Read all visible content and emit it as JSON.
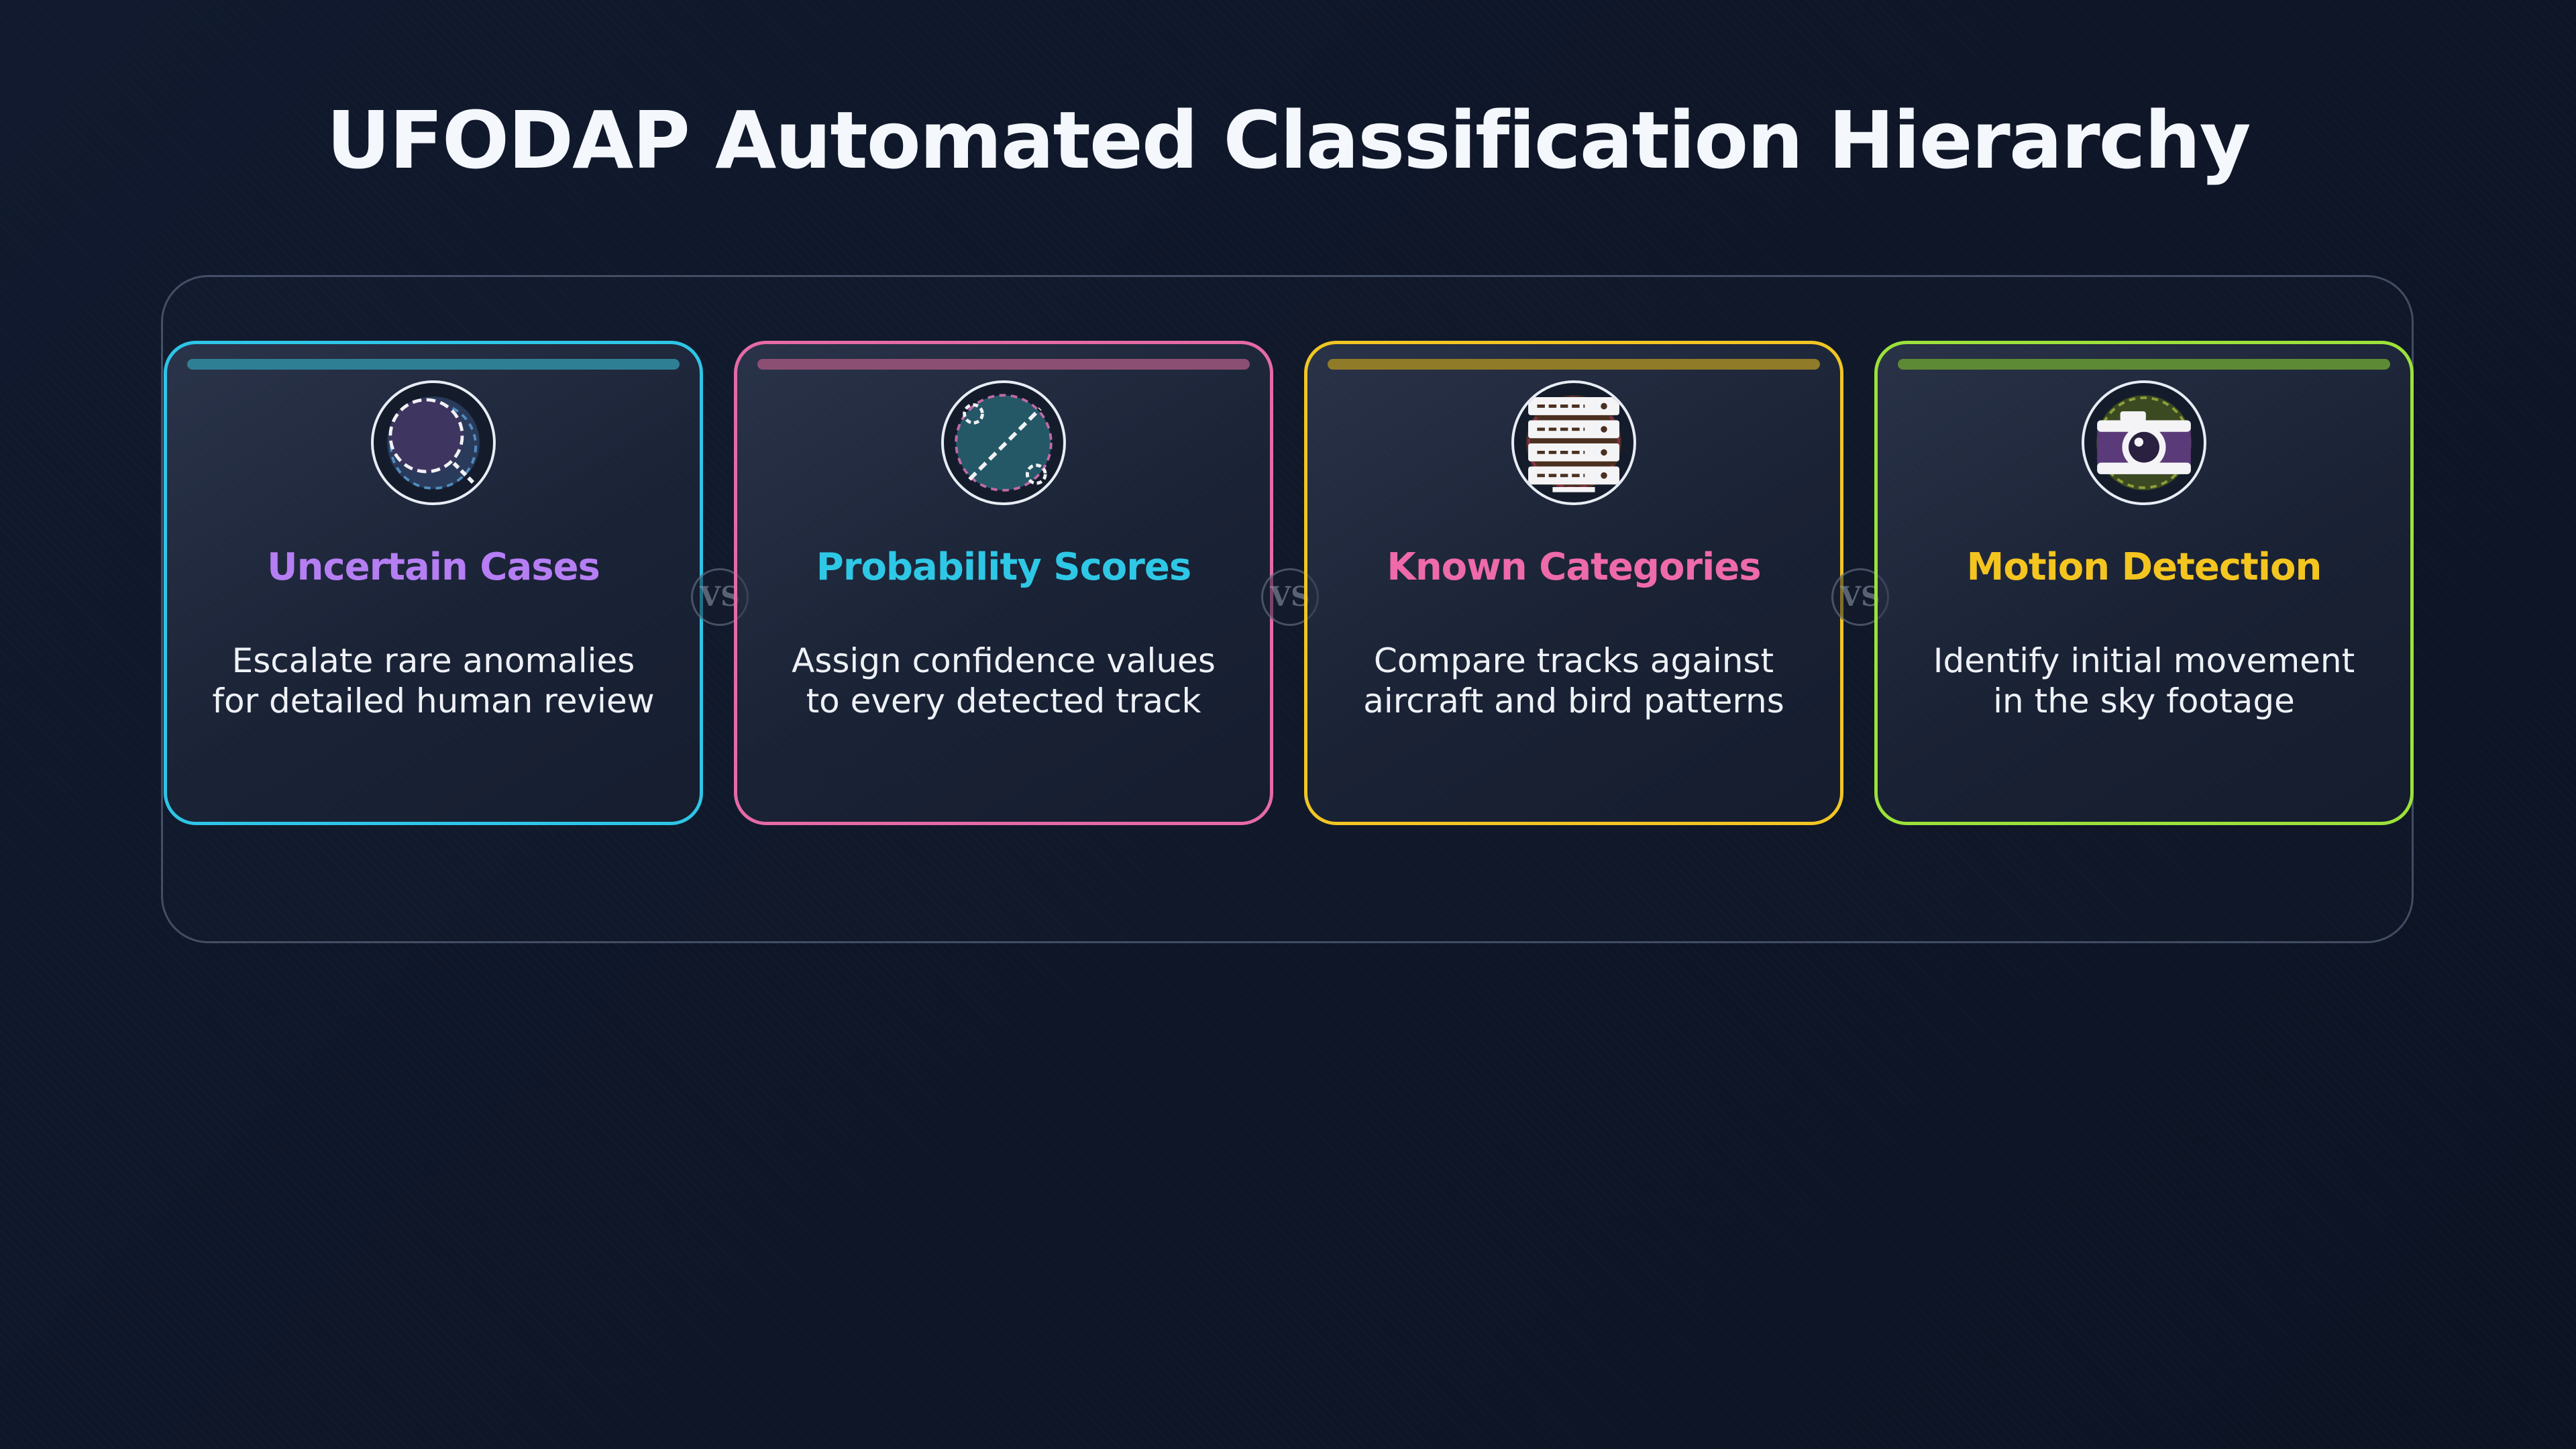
{
  "title": "UFODAP Automated Classification Hierarchy",
  "connector_label": "VS",
  "cards": [
    {
      "title": "Uncertain Cases",
      "desc_lines": [
        "Escalate rare anomalies",
        "for detailed human review"
      ],
      "icon": "magnifier-icon",
      "border_color": "#2ec5e6",
      "title_color": "#b57ef3",
      "bar_color": "#2f7f94"
    },
    {
      "title": "Probability Scores",
      "desc_lines": [
        "Assign confidence values",
        "to every detected track"
      ],
      "icon": "percent-icon",
      "border_color": "#e56aa6",
      "title_color": "#2ec8e6",
      "bar_color": "#8a4f73"
    },
    {
      "title": "Known Categories",
      "desc_lines": [
        "Compare tracks against",
        "aircraft and bird patterns"
      ],
      "icon": "server-rack-icon",
      "border_color": "#f1c524",
      "title_color": "#ee6aa9",
      "bar_color": "#8f7b28"
    },
    {
      "title": "Motion Detection",
      "desc_lines": [
        "Identify initial movement",
        "in the sky footage"
      ],
      "icon": "camera-icon",
      "border_color": "#9be23a",
      "title_color": "#f4c51f",
      "bar_color": "#5d8a34"
    }
  ]
}
